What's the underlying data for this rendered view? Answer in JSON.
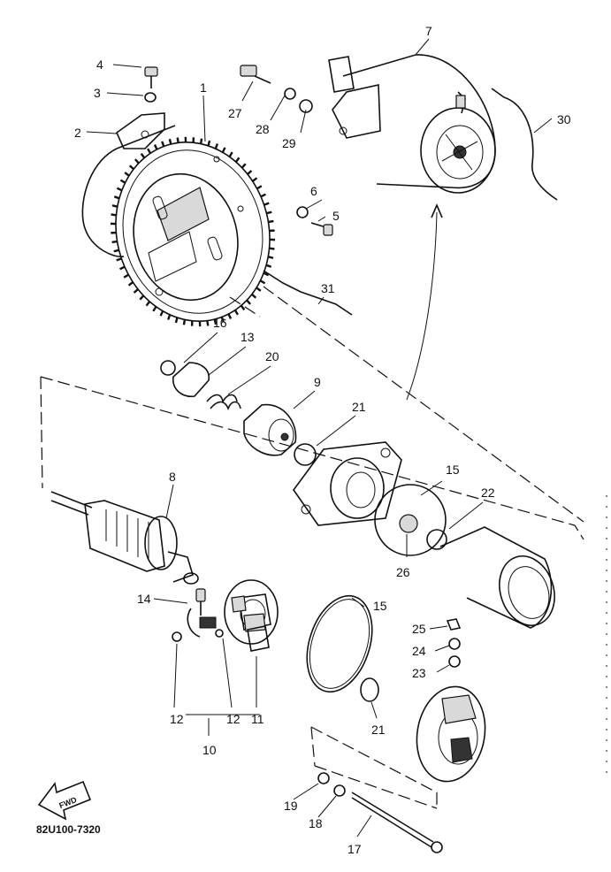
{
  "diagram_code": "82U100-7320",
  "fwd_label": "FWD",
  "callouts": {
    "p1": "1",
    "p2": "2",
    "p3": "3",
    "p4": "4",
    "p5": "5",
    "p6": "6",
    "p7": "7",
    "p8": "8",
    "p9": "9",
    "p10": "10",
    "p11": "11",
    "p12a": "12",
    "p12b": "12",
    "p13": "13",
    "p14": "14",
    "p15a": "15",
    "p15b": "15",
    "p16": "16",
    "p17": "17",
    "p18": "18",
    "p19": "19",
    "p20": "20",
    "p21a": "21",
    "p21b": "21",
    "p22": "22",
    "p23": "23",
    "p24": "24",
    "p25": "25",
    "p26": "26",
    "p27": "27",
    "p28": "28",
    "p29": "29",
    "p30": "30",
    "p31": "31"
  }
}
